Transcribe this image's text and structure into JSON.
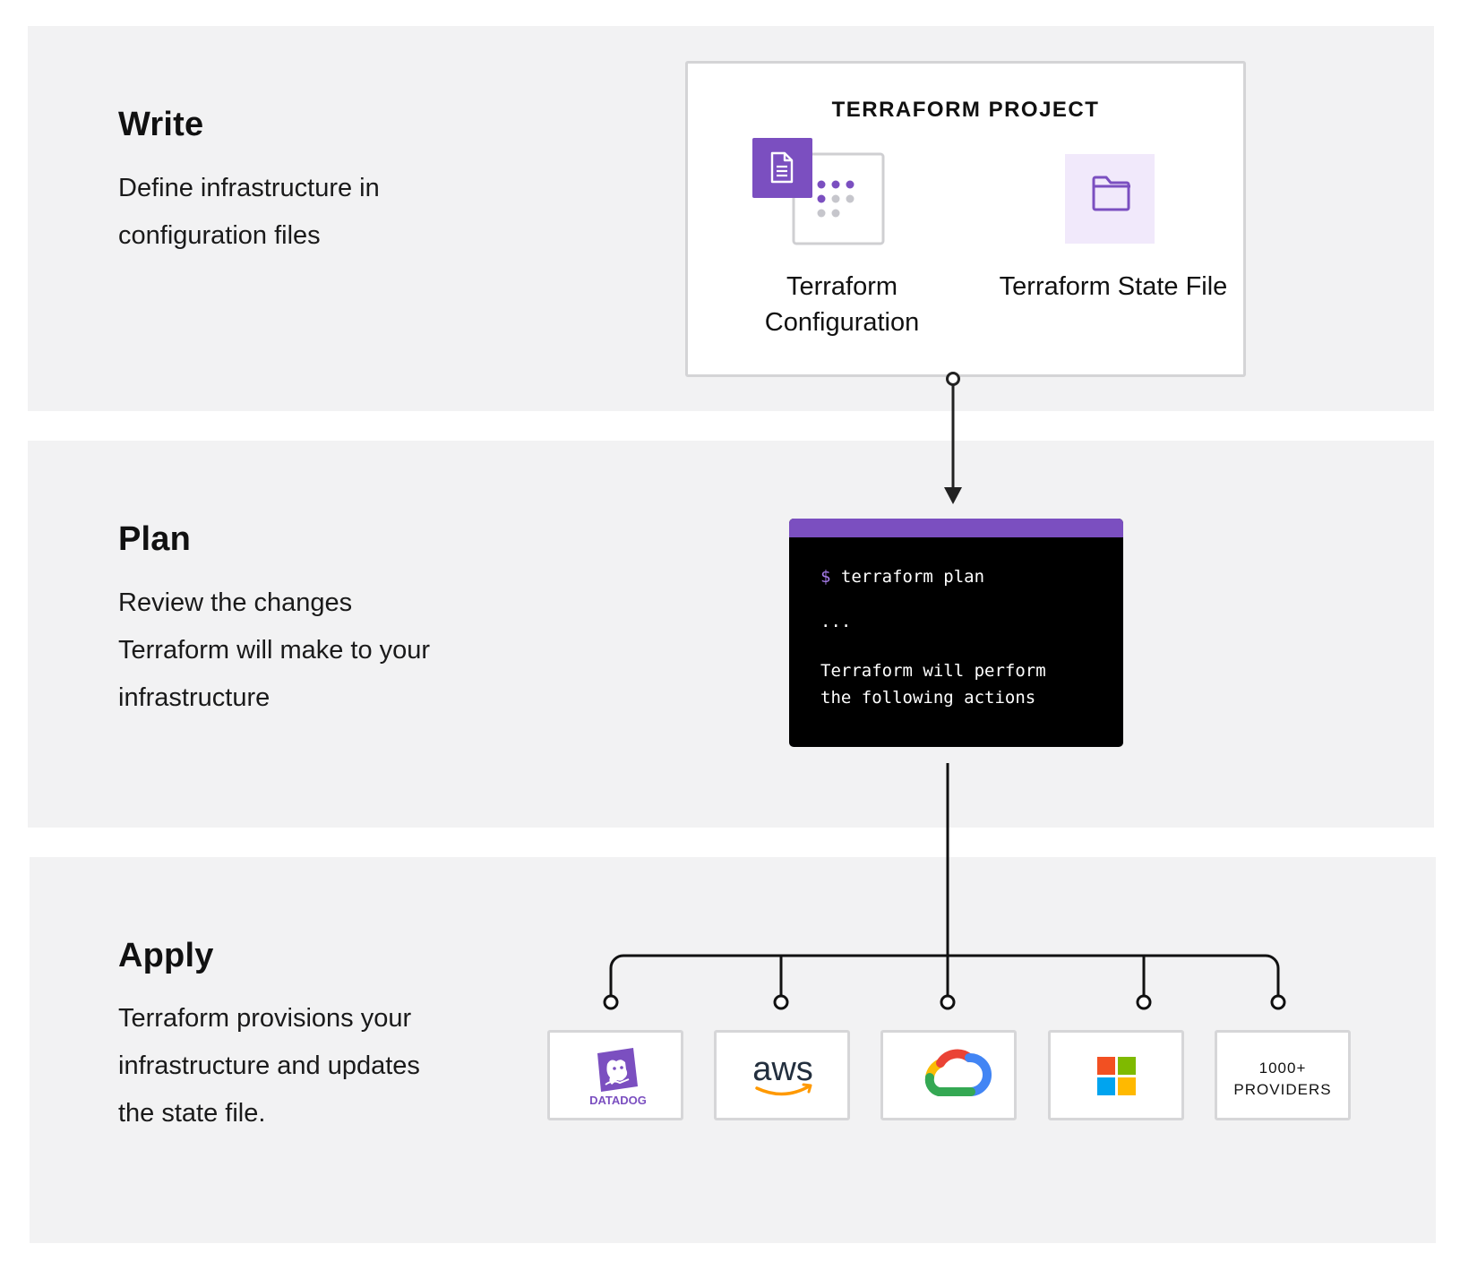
{
  "write": {
    "title": "Write",
    "description": "Define infrastructure in configuration files"
  },
  "plan": {
    "title": "Plan",
    "description": "Review the changes Terraform will make to your infrastructure"
  },
  "apply": {
    "title": "Apply",
    "description": "Terraform provisions your infrastructure and updates the state file."
  },
  "project": {
    "title": "TERRAFORM PROJECT",
    "configuration_label": "Terraform Configuration",
    "state_file_label": "Terraform State File"
  },
  "terminal": {
    "prompt": "$",
    "command": "terraform plan",
    "ellipsis": "...",
    "output_line_1": "Terraform will perform",
    "output_line_2": "the following actions"
  },
  "providers": {
    "datadog_label": "DATADOG",
    "aws_label": "aws",
    "more_line_1": "1000+",
    "more_line_2": "PROVIDERS"
  },
  "colors": {
    "accent_purple": "#7b4fc0",
    "band_background": "#f2f2f3",
    "terminal_background": "#000000"
  }
}
